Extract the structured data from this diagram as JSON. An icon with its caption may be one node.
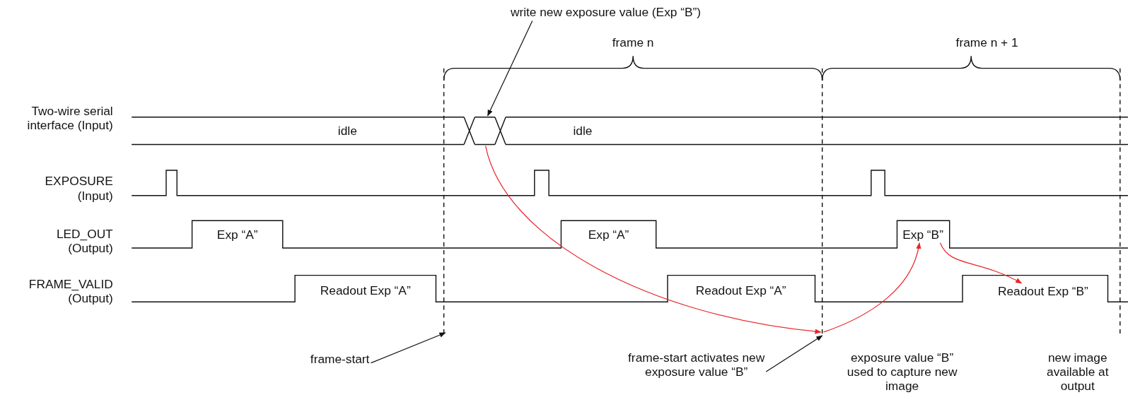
{
  "diagram": {
    "nodes": [
      {
        "text": [
          "write new exposure value (Exp “B”)"
        ]
      },
      {
        "text": [
          "frame-start"
        ]
      },
      {
        "text": [
          "frame-start activates new exposure value “B”"
        ]
      },
      {
        "text": [
          "Exp “B”"
        ]
      },
      {
        "text": [
          "Readout Exp “B”"
        ]
      },
      {
        "text": [],
        "shape": "picture"
      },
      {
        "text": [],
        "shape": "line"
      },
      {
        "text": [],
        "shape": "line"
      },
      {
        "text": [],
        "shape": "line"
      }
    ],
    "edges": [
      {
        "from": 0,
        "to": 5,
        "arrow": "to"
      },
      {
        "from": 1,
        "to": 6,
        "arrow": "to"
      },
      {
        "from": 2,
        "to": 7,
        "arrow": "to"
      },
      {
        "from": 5,
        "to": 7,
        "arrow": "to",
        "color": "#e8262b"
      },
      {
        "from": 7,
        "to": 3,
        "arrow": "to",
        "color": "#e8262b"
      },
      {
        "from": 3,
        "to": 4,
        "arrow": "to",
        "color": "#e8262b"
      }
    ],
    "labels": [
      "frame n",
      "frame n + 1",
      "Two-wire serial interface (Input)",
      "idle",
      "idle",
      "EXPOSURE (Input)",
      "LED_OUT (Output)",
      "Exp “A”",
      "Exp “A”",
      "FRAME_VALID (Output)",
      "Readout Exp “A”",
      "Readout Exp “A”",
      "exposure value “B” used to capture new image",
      "new image available at output"
    ]
  }
}
